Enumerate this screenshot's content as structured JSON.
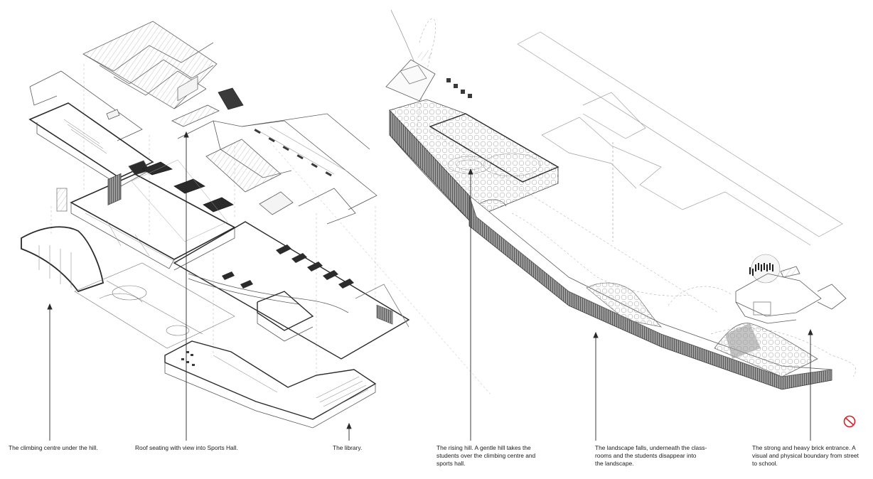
{
  "captions": {
    "climbing": "The climbing centre under the hill.",
    "roof_seating": "Roof seating with view into Sports Hall.",
    "library": "The library.",
    "rising_hill": [
      "The rising hill. A gentle hill takes the",
      "students over the climbing centre and",
      "sports hall."
    ],
    "landscape_falls": [
      "The landscape falls, underneath the class-",
      "rooms and the students disappear into",
      "the landscape."
    ],
    "brick_entrance": [
      "The strong and heavy brick entrance. A",
      "visual and physical boundary from street",
      "to school."
    ]
  },
  "colors": {
    "line": "#5a5a5a",
    "line_light": "#9a9a9a",
    "dark_fill": "#2b2b2b",
    "mid_fill": "#6f6f6f",
    "logo": "#d2232a"
  },
  "icons": [
    "no-entry-icon"
  ]
}
